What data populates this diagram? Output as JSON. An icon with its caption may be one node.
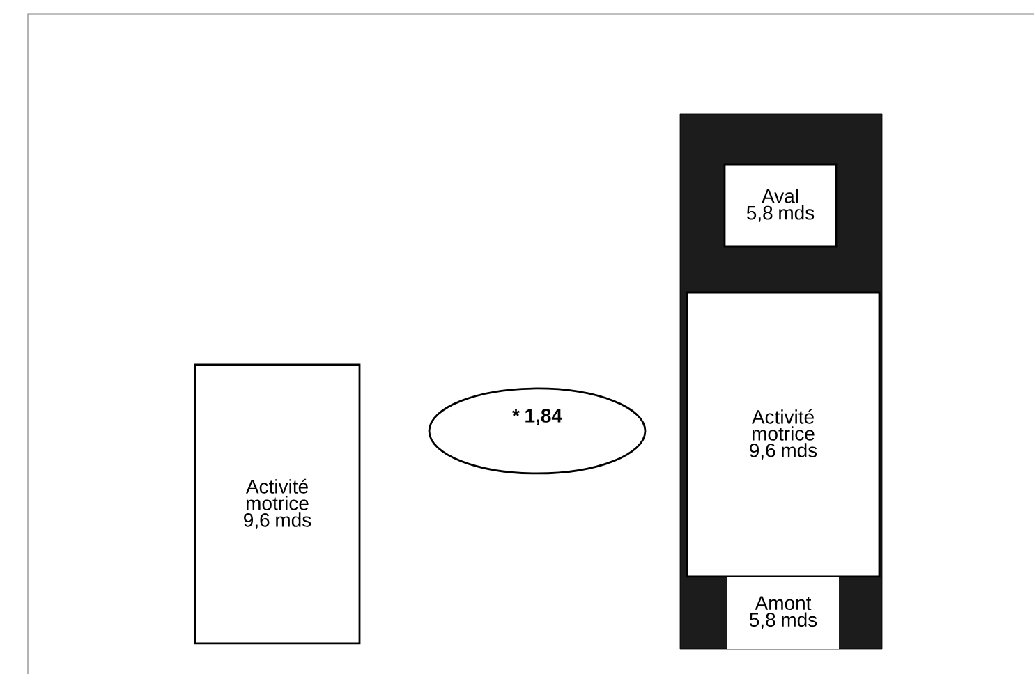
{
  "diagram": {
    "nodes": [
      {
        "text": [
          "Activité motrice 9,6 mds"
        ]
      },
      {
        "text": [
          "* 1,84"
        ]
      },
      {
        "text": [],
        "shape": "bar"
      },
      {
        "text": [
          "Aval",
          "5,8 mds"
        ],
        "in": 2
      },
      {
        "text": [
          "Activité motrice 9,6 mds"
        ],
        "in": 2
      },
      {
        "text": [
          "Amont",
          "5,8 mds"
        ],
        "in": 2
      }
    ]
  }
}
